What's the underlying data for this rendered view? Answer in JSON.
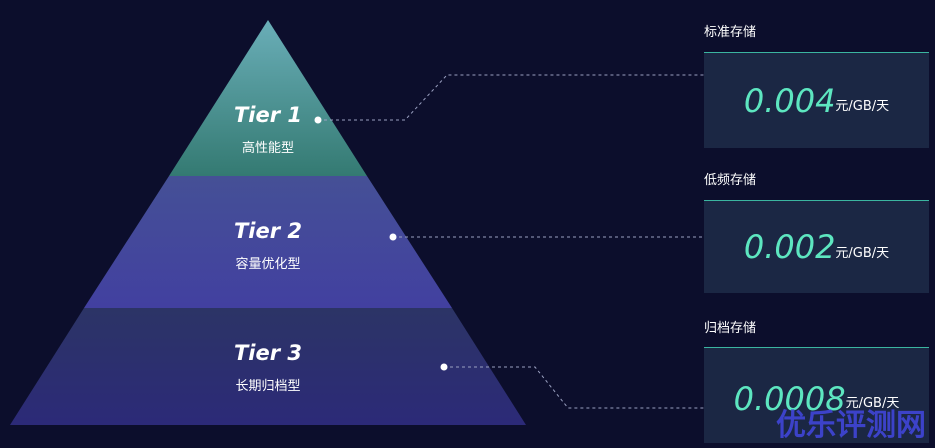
{
  "tiers": [
    {
      "title": "Tier 1",
      "subtitle": "高性能型"
    },
    {
      "title": "Tier 2",
      "subtitle": "容量优化型"
    },
    {
      "title": "Tier 3",
      "subtitle": "长期归档型"
    }
  ],
  "cards": [
    {
      "label": "标准存储",
      "value": "0.004",
      "unit": "元/GB/天"
    },
    {
      "label": "低频存储",
      "value": "0.002",
      "unit": "元/GB/天"
    },
    {
      "label": "归档存储",
      "value": "0.0008",
      "unit": "元/GB/天"
    }
  ],
  "watermark": "优乐评测网"
}
